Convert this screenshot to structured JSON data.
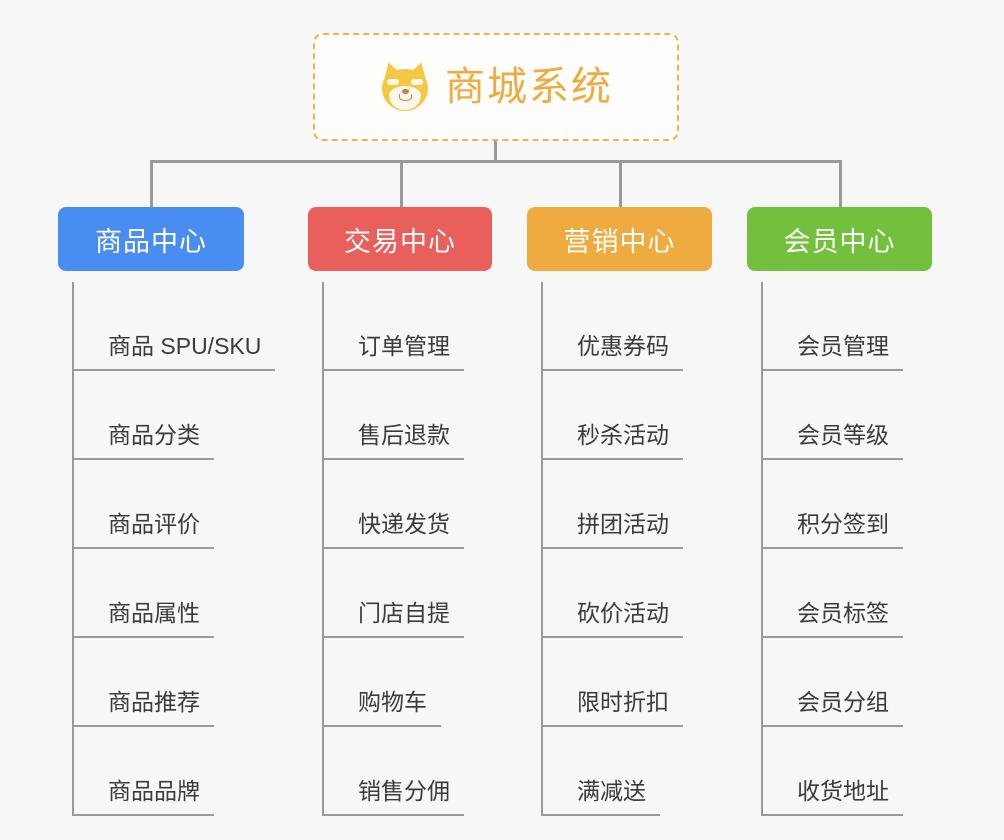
{
  "root": {
    "title": "商城系统",
    "icon": "shiba-inu-icon",
    "border_color": "#f0b445",
    "text_color": "#eeab40"
  },
  "colors": {
    "background": "#f7f7f7",
    "connector": "#9a9a9a",
    "leaf_text": "#3b3b3b",
    "leaf_underline": "#9a9a9a"
  },
  "branches": [
    {
      "label": "商品中心",
      "color": "#4a8df0",
      "leaves": [
        "商品 SPU/SKU",
        "商品分类",
        "商品评价",
        "商品属性",
        "商品推荐",
        "商品品牌"
      ]
    },
    {
      "label": "交易中心",
      "color": "#e85f5c",
      "leaves": [
        "订单管理",
        "售后退款",
        "快递发货",
        "门店自提",
        "购物车",
        "销售分佣"
      ]
    },
    {
      "label": "营销中心",
      "color": "#eeab40",
      "leaves": [
        "优惠券码",
        "秒杀活动",
        "拼团活动",
        "砍价活动",
        "限时折扣",
        "满减送"
      ]
    },
    {
      "label": "会员中心",
      "color": "#72c03e",
      "leaves": [
        "会员管理",
        "会员等级",
        "积分签到",
        "会员标签",
        "会员分组",
        "收货地址"
      ]
    }
  ]
}
